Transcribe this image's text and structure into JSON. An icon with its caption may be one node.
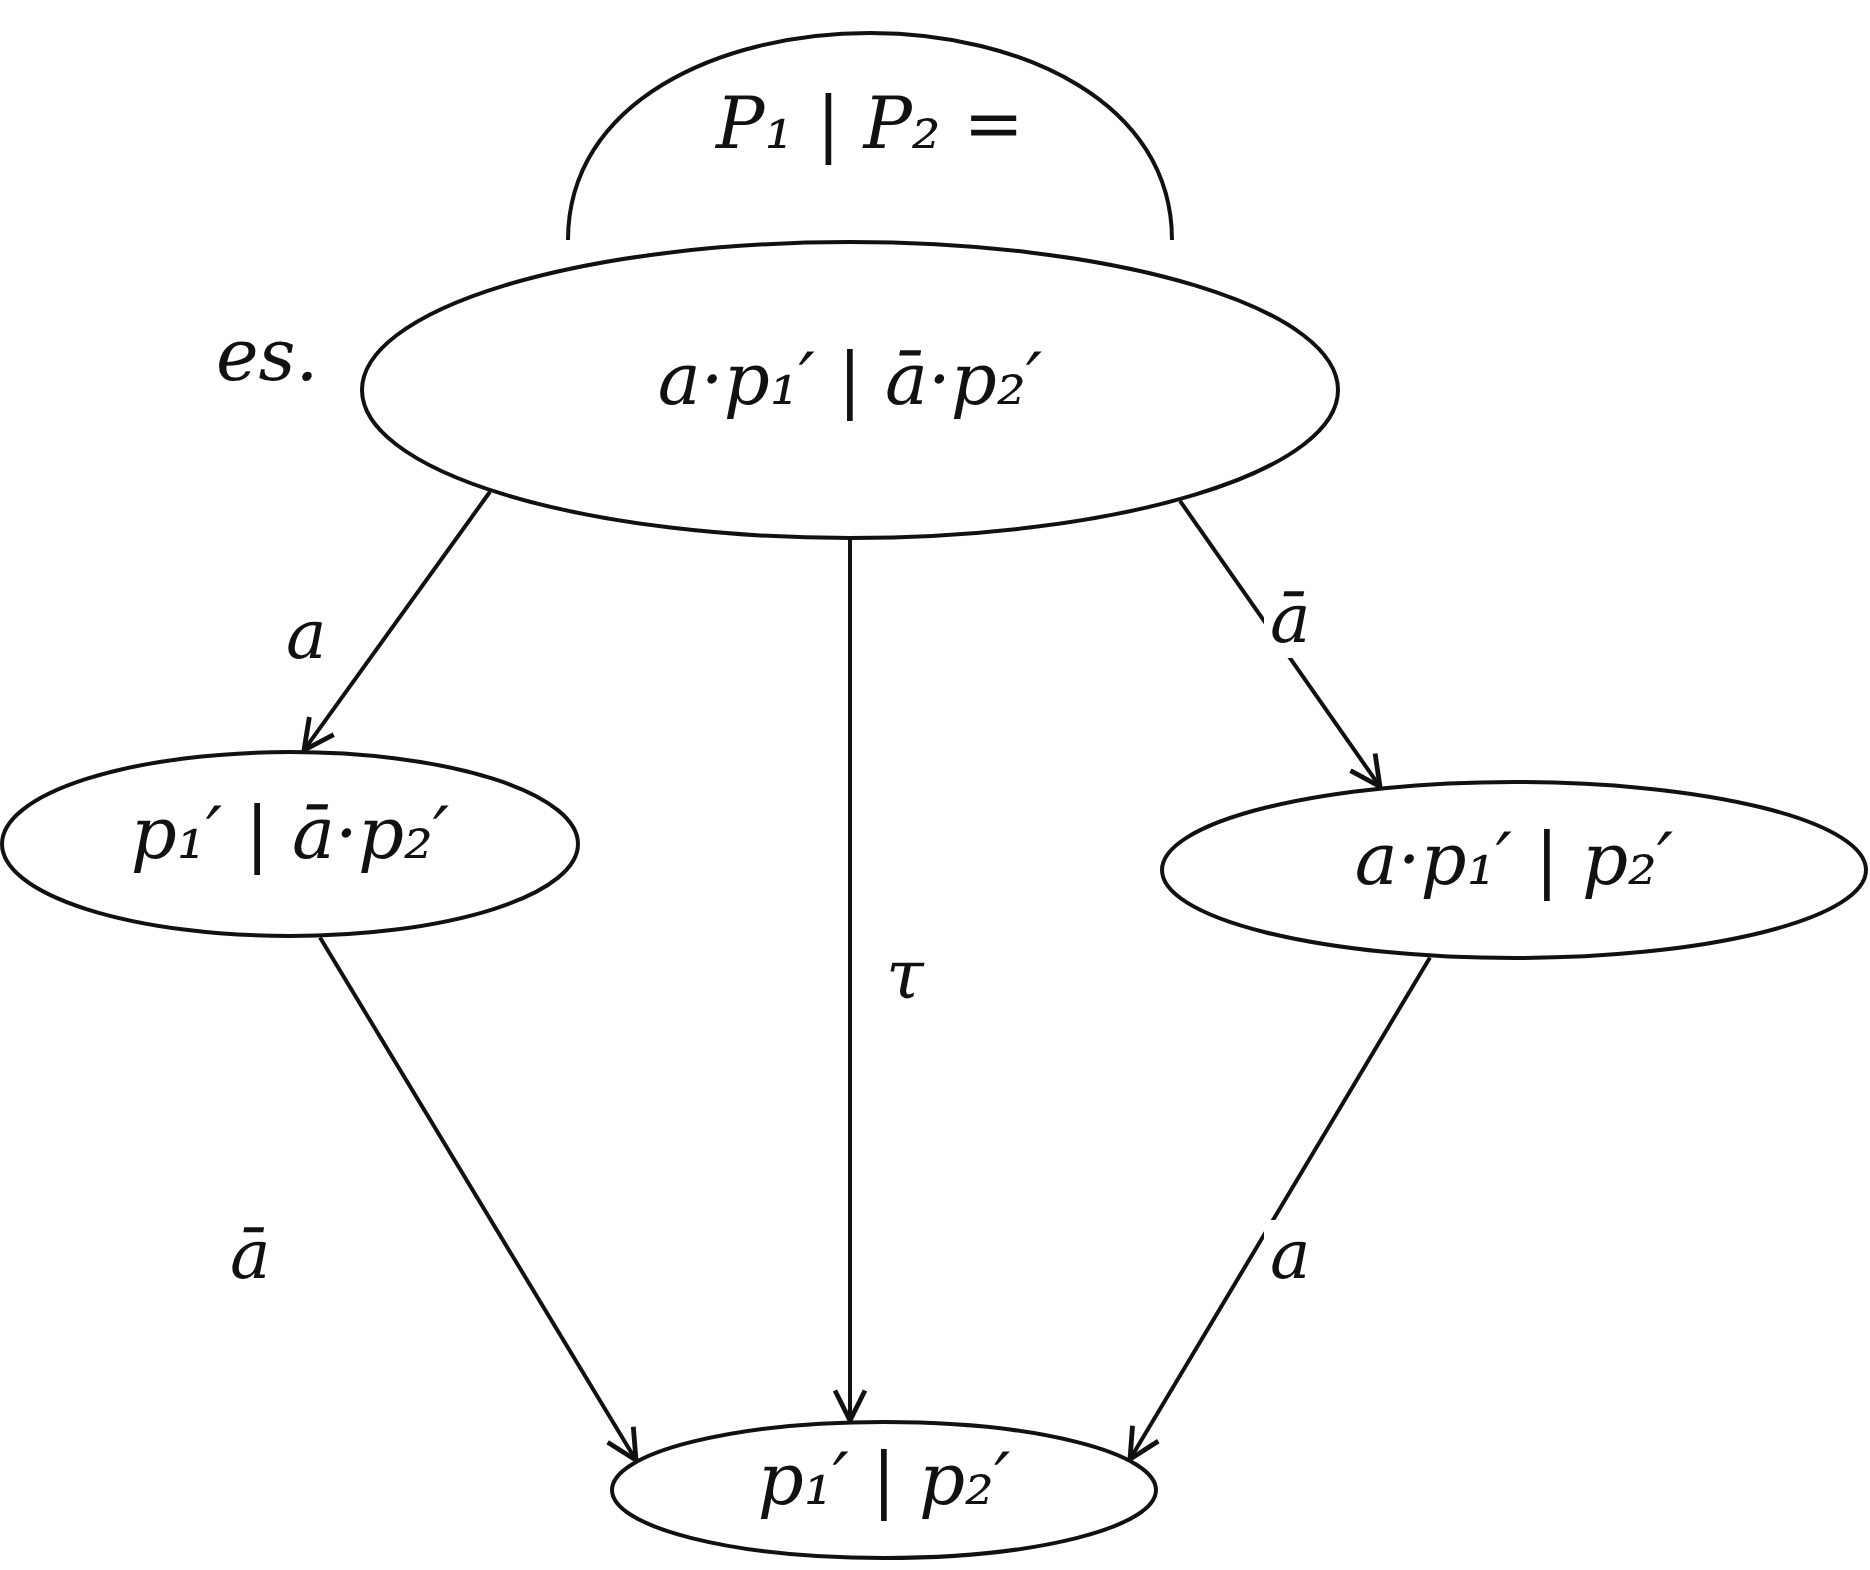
{
  "diagram": {
    "nodes": [
      {
        "text": [
          "P₁ | P₂ ="
        ]
      },
      {
        "text": [
          "a·p₁′ | ā·p₂′"
        ],
        "beside": [
          "es."
        ]
      },
      {
        "text": [
          "p₁′ | ā·p₂′"
        ]
      },
      {
        "text": [
          "a·p₁′ | p₂′"
        ]
      },
      {
        "text": [
          "p₁′ | p₂′"
        ]
      }
    ],
    "edges": [
      {
        "from": 1,
        "to": 2,
        "arrow": "to",
        "label": "a"
      },
      {
        "from": 1,
        "to": 4,
        "arrow": "to",
        "label": "τ"
      },
      {
        "from": 1,
        "to": 3,
        "arrow": "to",
        "label": "ā"
      },
      {
        "from": 2,
        "to": 4,
        "arrow": "to",
        "label": "ā"
      },
      {
        "from": 3,
        "to": 4,
        "arrow": "to",
        "label": "a"
      }
    ]
  }
}
